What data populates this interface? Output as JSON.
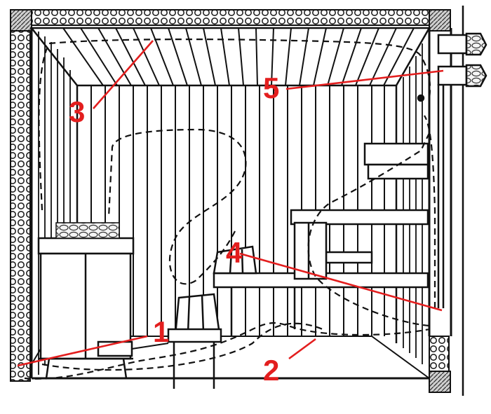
{
  "diagram": {
    "callouts": [
      {
        "id": "1",
        "label": "1"
      },
      {
        "id": "2",
        "label": "2"
      },
      {
        "id": "3",
        "label": "3"
      },
      {
        "id": "4",
        "label": "4"
      },
      {
        "id": "5",
        "label": "5"
      }
    ],
    "colors": {
      "line": "#111111",
      "callout": "#e31e1e",
      "background": "#ffffff",
      "insulation": "#6e6e6e"
    }
  }
}
